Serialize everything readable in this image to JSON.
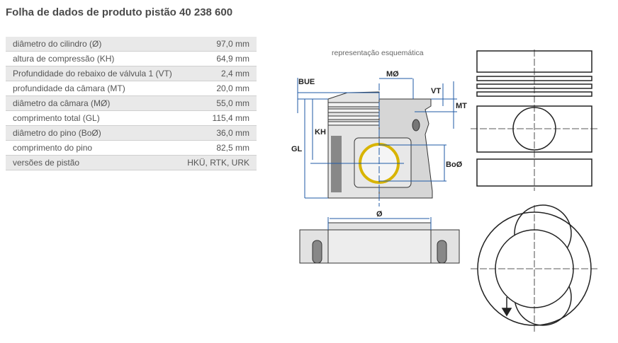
{
  "title": "Folha de dados de produto pistão 40 238 600",
  "specs": [
    {
      "label": "diâmetro do cilindro (Ø)",
      "value": "97,0 mm"
    },
    {
      "label": "altura de compressão (KH)",
      "value": "64,9 mm"
    },
    {
      "label": "Profundidade do rebaixo de válvula 1 (VT)",
      "value": "2,4 mm"
    },
    {
      "label": "profundidade da câmara (MT)",
      "value": "20,0 mm"
    },
    {
      "label": "diâmetro da câmara (MØ)",
      "value": "55,0 mm"
    },
    {
      "label": "comprimento total (GL)",
      "value": "115,4 mm"
    },
    {
      "label": "diâmetro do pino (BoØ)",
      "value": "36,0 mm"
    },
    {
      "label": "comprimento do pino",
      "value": "82,5 mm"
    },
    {
      "label": "versões de pistão",
      "value": "HKÜ, RTK, URK"
    }
  ],
  "diagram": {
    "caption": "representação esquemática",
    "labels": {
      "bue": "BUE",
      "mo": "MØ",
      "vt": "VT",
      "mt": "MT",
      "kh": "KH",
      "gl": "GL",
      "boo": "BoØ",
      "o": "Ø"
    }
  },
  "colors": {
    "dim": "#1f5aa6",
    "pin": "#d8b400"
  }
}
